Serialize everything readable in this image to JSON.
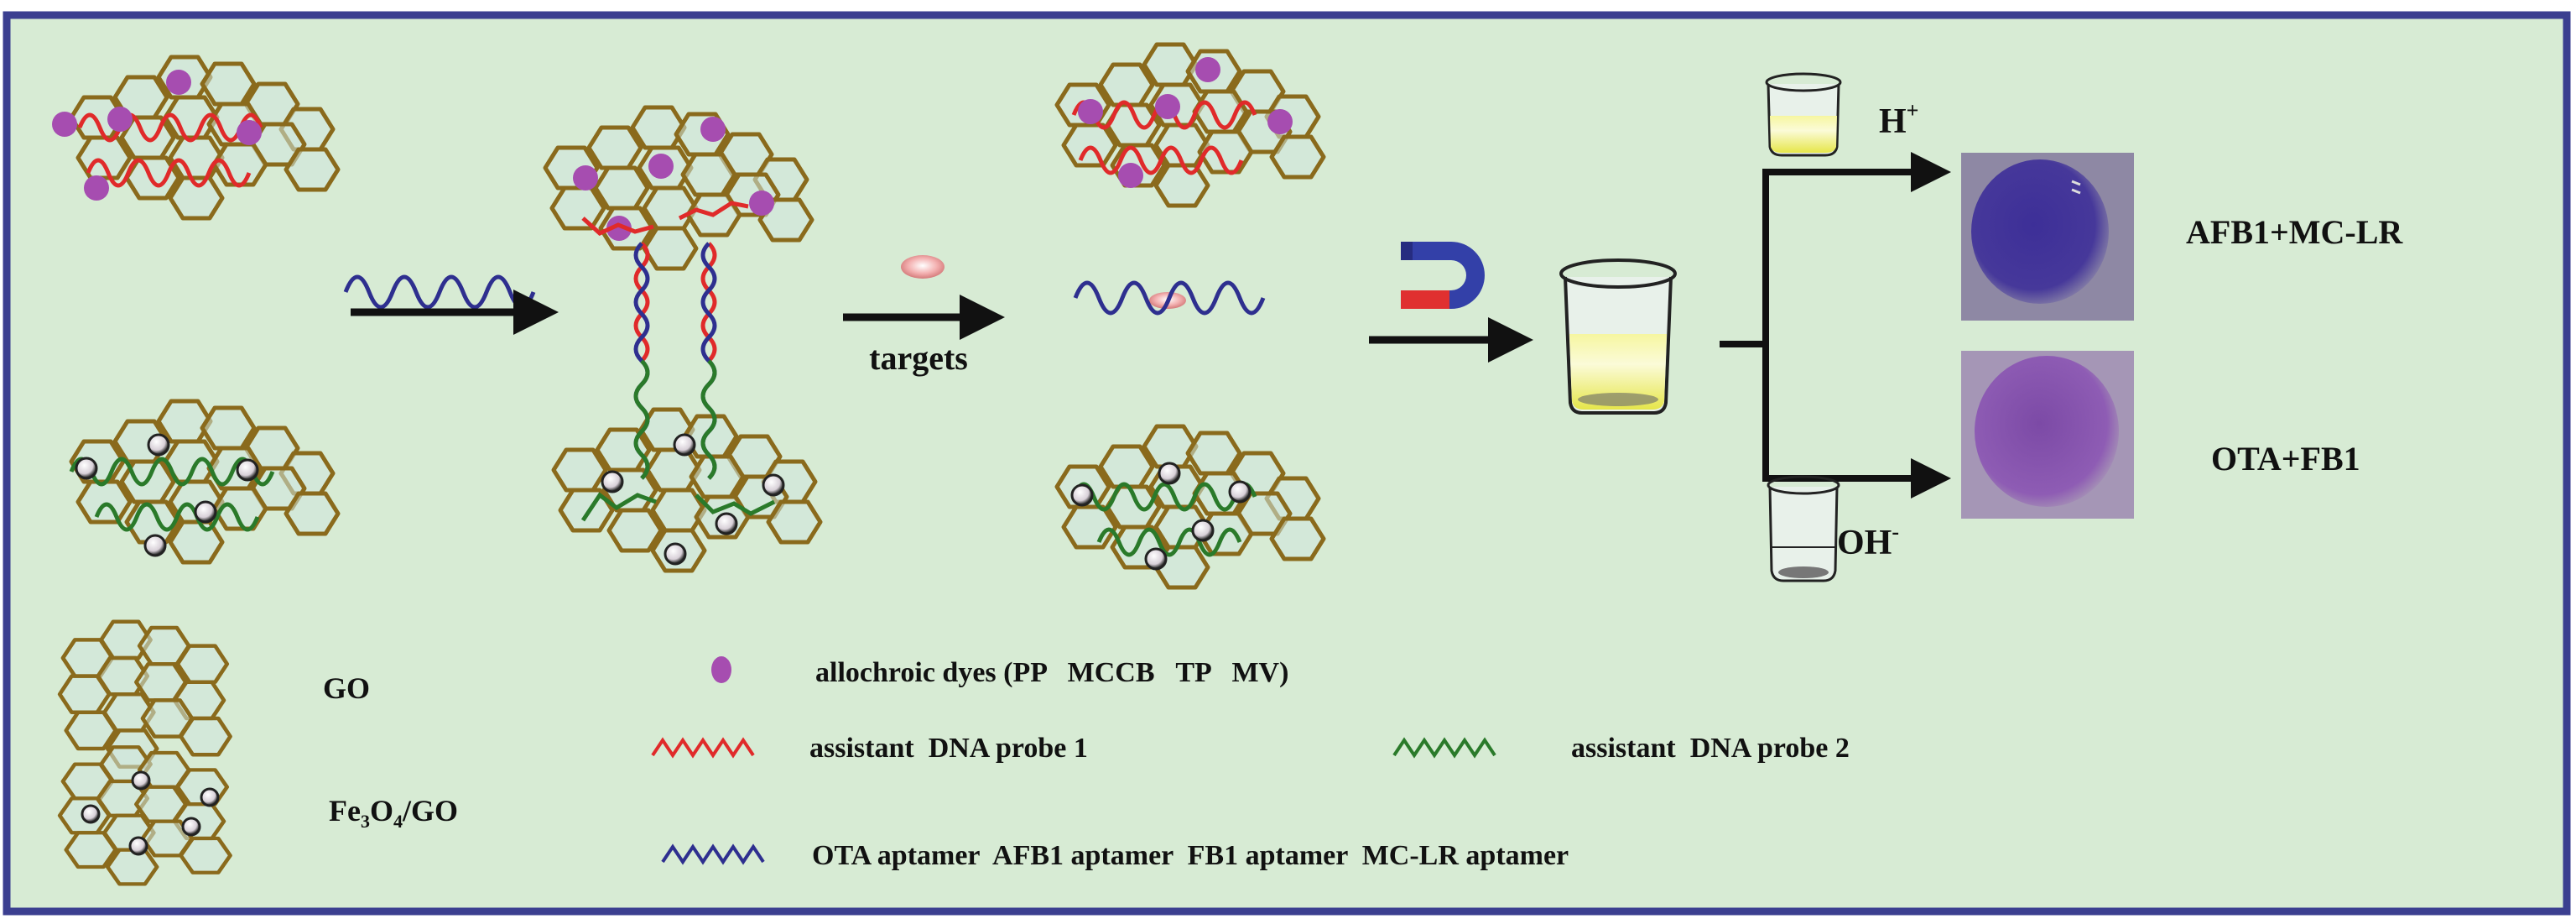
{
  "figure": {
    "title": "Magnetic GO / aptamer colorimetric detection scheme",
    "colors": {
      "border": "#3b3f90",
      "background": "#d7ebd4",
      "graphene": "#8a6a1c",
      "dye": "#a64db0",
      "probe1": "#e02a2a",
      "probe2": "#2a7a2a",
      "aptamer": "#2e2f8f",
      "target": "#f0a7a7",
      "magnet_north": "#e03030",
      "magnet_body": "#3340a8",
      "yellow_solution": "#eaea60",
      "well_dark_blue": "#4a3c9a",
      "well_purple": "#8a5ab0"
    }
  },
  "flow": {
    "step2_label": "targets",
    "acid_label": "H",
    "acid_sup": "+",
    "base_label": "OH",
    "base_sup": "-",
    "result_acid": "AFB1+MC-LR",
    "result_base": "OTA+FB1"
  },
  "legend": {
    "go_label": "GO",
    "fe3o4_label_parts": [
      "Fe",
      "3",
      "O",
      "4",
      "/GO"
    ],
    "dye_label": "allochroic dyes (PP   MCCB   TP   MV)",
    "probe1_label": "assistant  DNA probe 1",
    "probe2_label": "assistant  DNA probe 2",
    "aptamer_label": "OTA aptamer  AFB1 aptamer  FB1 aptamer  MC-LR aptamer"
  },
  "icons": {
    "graphene": "graphene-sheet-icon",
    "dye": "dye-dot-icon",
    "magnet": "horseshoe-magnet-icon",
    "beaker": "beaker-icon",
    "target": "target-molecule-icon"
  }
}
